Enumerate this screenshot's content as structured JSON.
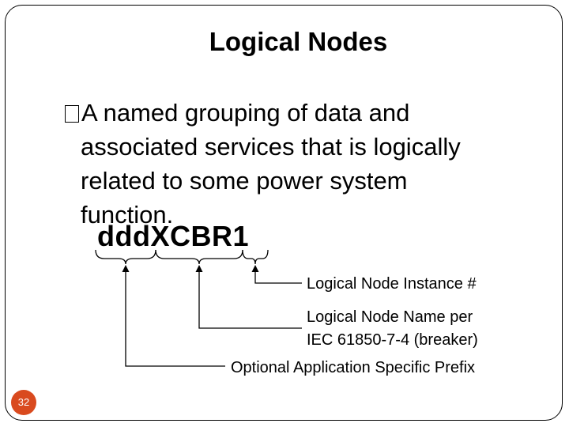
{
  "title": "Logical Nodes",
  "bullet": {
    "lines": [
      "A named grouping of data and",
      "associated services that is logically",
      "related to some power system",
      "function."
    ]
  },
  "node_name": "dddXCBR1",
  "annotations": {
    "instance": "Logical Node Instance #",
    "name_line1": "Logical Node Name per",
    "name_line2": "IEC 61850-7-4 (breaker)",
    "prefix": "Optional Application Specific Prefix"
  },
  "page_number": "32",
  "colors": {
    "page_badge": "#d94a1e",
    "text": "#000000",
    "background": "#ffffff"
  }
}
